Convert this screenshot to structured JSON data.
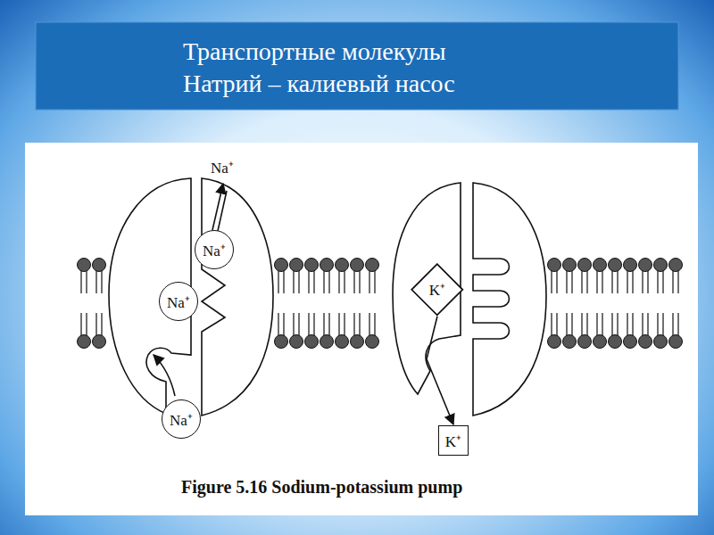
{
  "diagram": {
    "title": "Транспортные молекулы Натрий – калиевый насос",
    "caption": "Figure 5.16 Sodium-potassium pump",
    "nodes": [
      {
        "text": [
          "Na⁺"
        ]
      },
      {
        "text": [
          "Na⁺"
        ]
      },
      {
        "text": [
          "Na⁺"
        ]
      },
      {
        "text": [
          "K⁺"
        ]
      },
      {
        "text": [
          "K⁺"
        ]
      }
    ],
    "edges": [
      {
        "from": 3,
        "to": 4,
        "arrow": "to"
      }
    ],
    "labels": [
      "Na⁺"
    ]
  }
}
